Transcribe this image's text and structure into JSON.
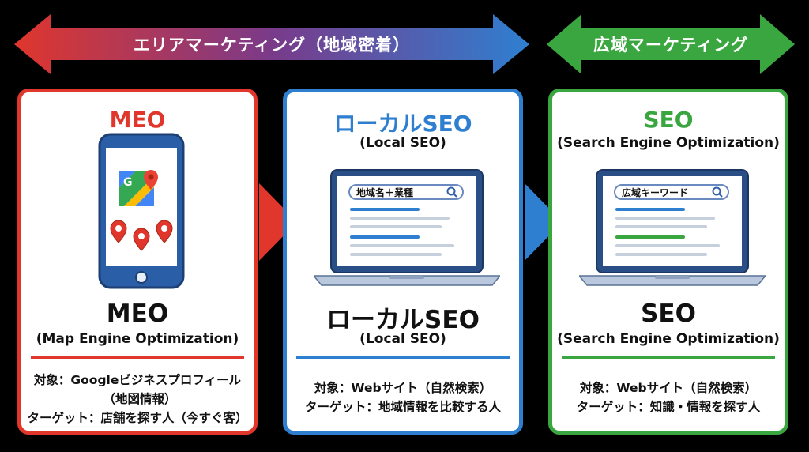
{
  "top_arrows": {
    "area_marketing": "エリアマーケティング（地域密着）",
    "wide_marketing": "広域マーケティング"
  },
  "cards": [
    {
      "title": "MEO",
      "subtitle": "",
      "big_title": "MEO",
      "big_subtitle": "(Map Engine Optimization)",
      "lines": [
        "対象：Googleビジネスプロフィール",
        "（地図情報）",
        "ターゲット：店舗を探す人（今すぐ客）"
      ],
      "color": "#e0362c",
      "icon": "smartphone-map-icon"
    },
    {
      "title": "ローカルSEO",
      "subtitle": "(Local SEO)",
      "big_title": "ローカルSEO",
      "big_subtitle": "(Local SEO)",
      "search_text": "地域名＋業種",
      "lines": [
        "対象：Webサイト（自然検索）",
        "ターゲット：地域情報を比較する人"
      ],
      "color": "#2f7fd0",
      "icon": "laptop-search-icon"
    },
    {
      "title": "SEO",
      "subtitle": "(Search Engine Optimization)",
      "big_title": "SEO",
      "big_subtitle": "(Search Engine Optimization)",
      "search_text": "広域キーワード",
      "lines": [
        "対象：Webサイト（自然検索）",
        "ターゲット：知識・情報を探す人"
      ],
      "color": "#3aa63f",
      "icon": "laptop-search-icon"
    }
  ],
  "colors": {
    "red": "#e0362c",
    "blue": "#2f7fd0",
    "green": "#3aa63f"
  }
}
